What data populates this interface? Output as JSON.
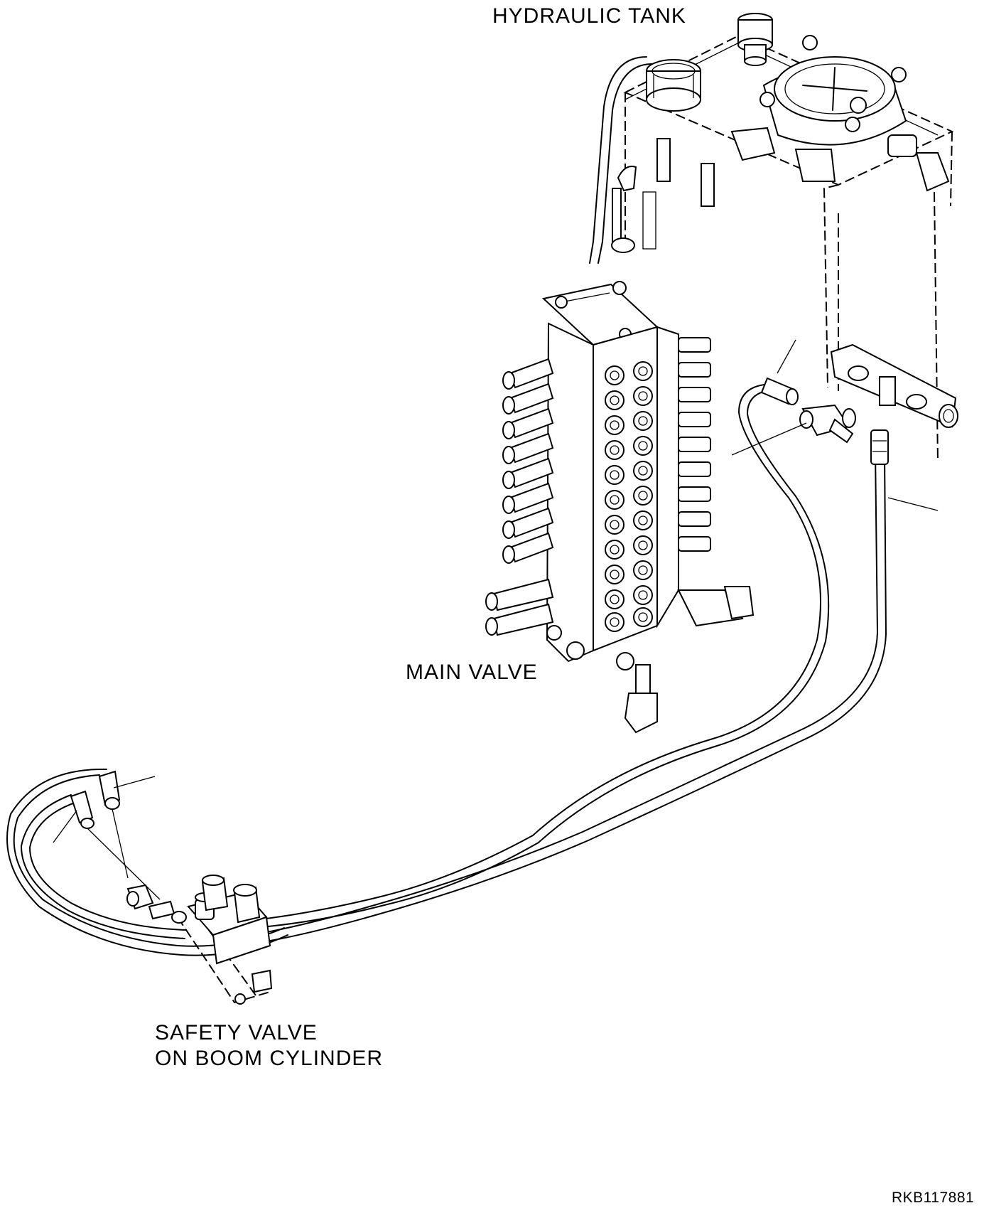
{
  "labels": {
    "hydraulic_tank": "HYDRAULIC TANK",
    "main_valve": "MAIN VALVE",
    "safety_valve_line1": "SAFETY VALVE",
    "safety_valve_line2": "ON BOOM CYLINDER",
    "drawing_code": "RKB117881"
  }
}
